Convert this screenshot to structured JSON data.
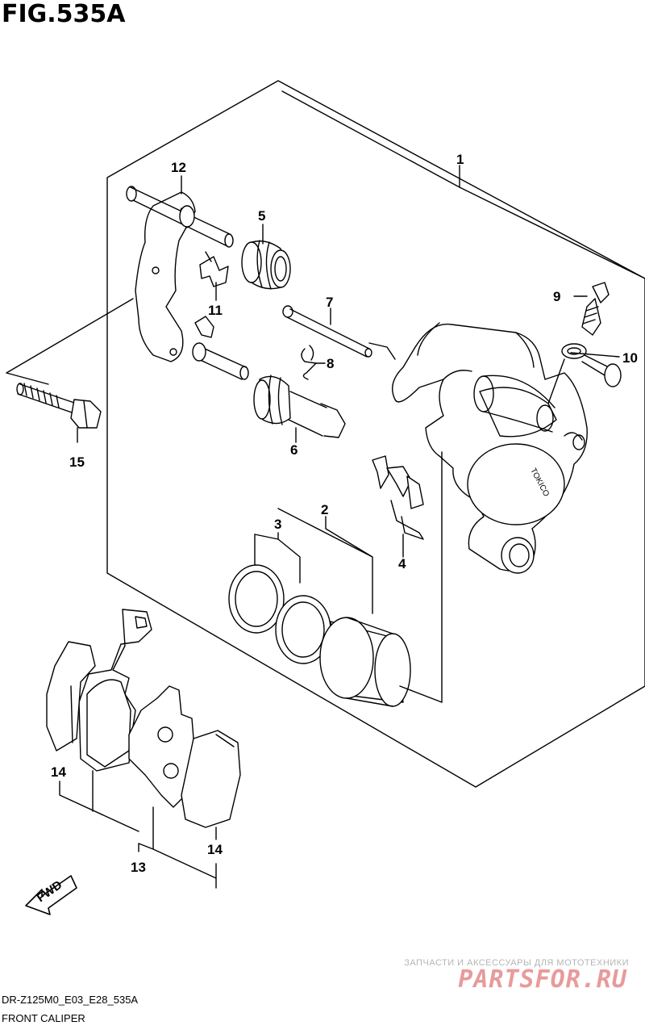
{
  "figure": {
    "title": "FIG.535A",
    "code": "DR-Z125M0_E03_E28_535A",
    "name": "FRONT CALIPER"
  },
  "callouts": {
    "c1": "1",
    "c2": "2",
    "c3": "3",
    "c4": "4",
    "c5": "5",
    "c6": "6",
    "c7": "7",
    "c8": "8",
    "c9": "9",
    "c10": "10",
    "c11": "11",
    "c12": "12",
    "c13": "13",
    "c14a": "14",
    "c14b": "14",
    "c15": "15"
  },
  "direction_label": "FWD",
  "caliper_brand": "TOKICO",
  "watermark": {
    "tagline": "ЗАПЧАСТИ И АКСЕССУАРЫ ДЛЯ МОТОТЕХНИКИ",
    "brand": "PARTSFOR.RU"
  }
}
